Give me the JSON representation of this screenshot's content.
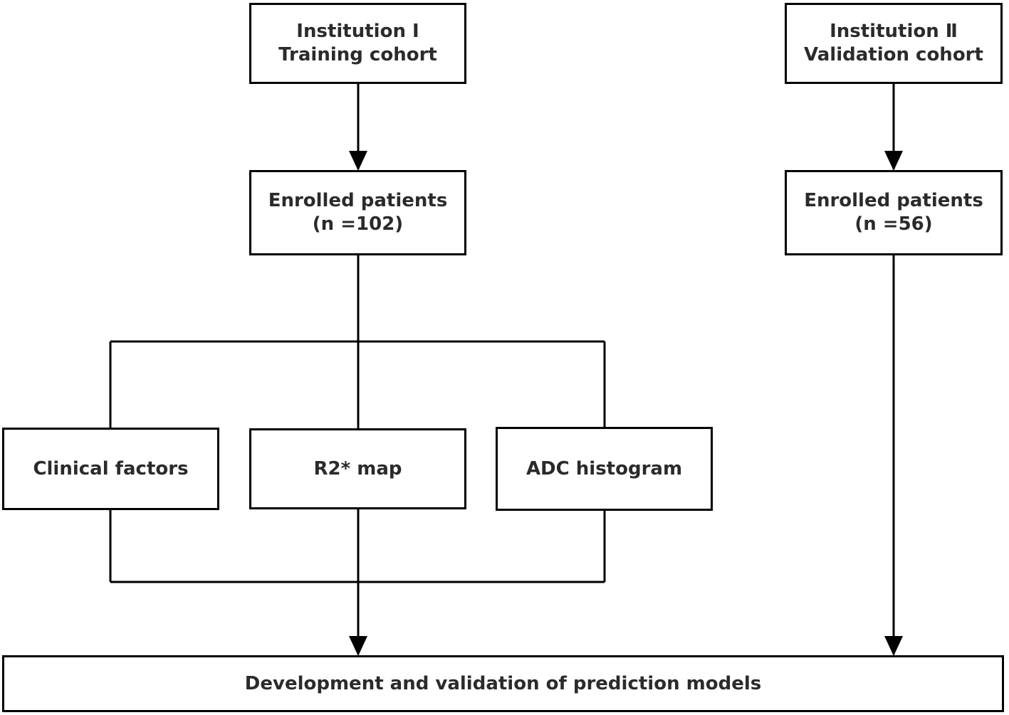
{
  "institution_1": {
    "line1": "Institution Ⅰ",
    "line2": "Training cohort"
  },
  "institution_2": {
    "line1": "Institution Ⅱ",
    "line2": "Validation cohort"
  },
  "enrolled_1": {
    "line1": "Enrolled patients",
    "line2": "(n =102)"
  },
  "enrolled_2": {
    "line1": "Enrolled patients",
    "line2": "(n =56)"
  },
  "features": {
    "clinical": "Clinical factors",
    "r2": "R2* map",
    "adc": "ADC histogram"
  },
  "result": {
    "label": "Development and validation of prediction models"
  },
  "colors": {
    "stroke": "#000000",
    "text": "#2b2b2b"
  }
}
